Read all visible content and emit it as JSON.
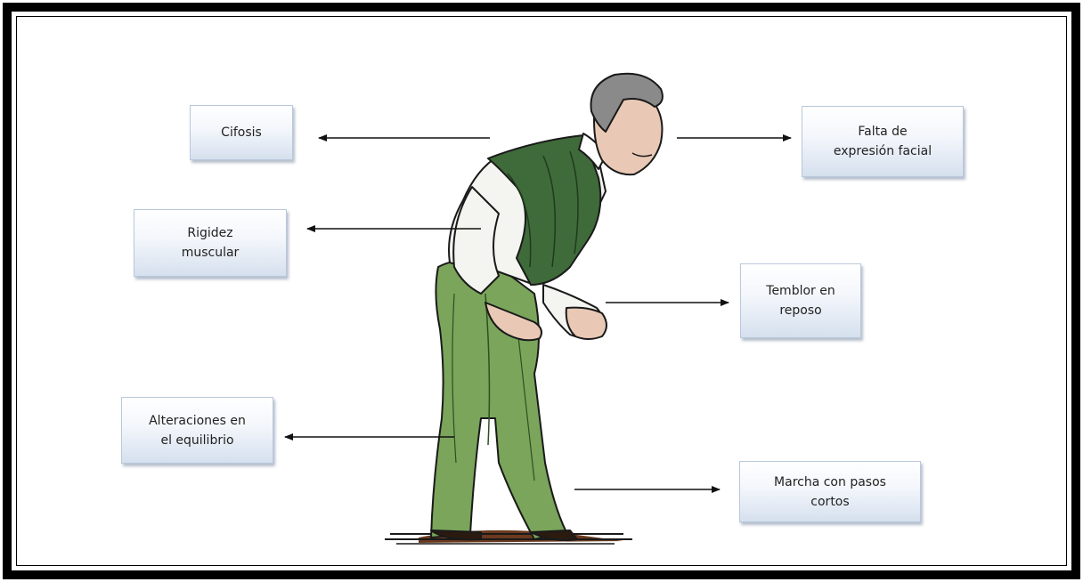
{
  "labels": {
    "cifosis": "Cifosis",
    "falta_expresion": "Falta de\nexpresión facial",
    "rigidez": "Rigidez\nmuscular",
    "temblor": "Temblor en\nreposo",
    "equilibrio": "Alteraciones en\nel equilibrio",
    "marcha": "Marcha con pasos\ncortos"
  },
  "colors": {
    "trousers": "#7aa55a",
    "vest": "#3f6a3a",
    "shirt": "#f4f4f0",
    "skin": "#e9c9b5",
    "hair": "#8a8a8a",
    "outline": "#1a1a1a"
  }
}
